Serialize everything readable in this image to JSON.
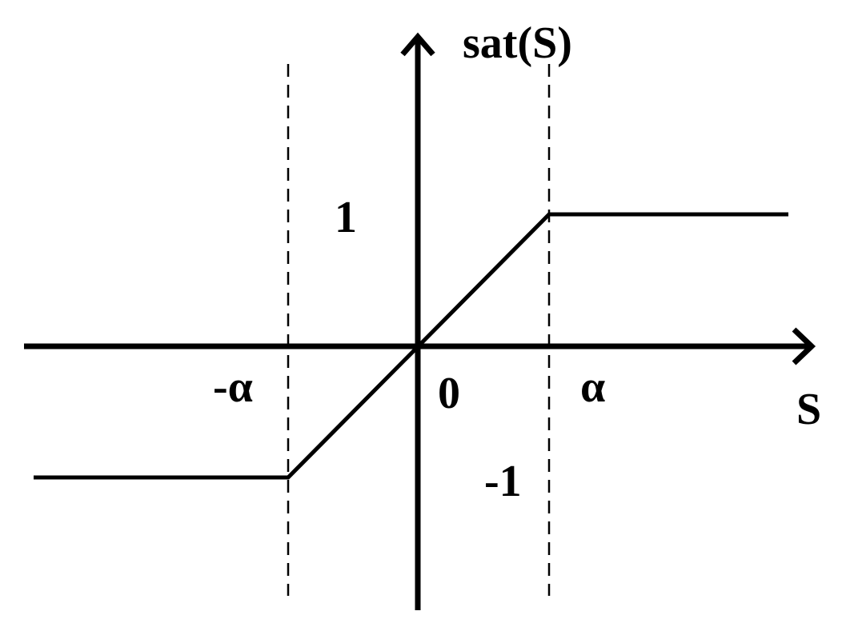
{
  "diagram": {
    "labels": {
      "y_axis": "sat(S)",
      "x_axis": "S",
      "origin": "0",
      "upper_level": "1",
      "lower_level": "-1",
      "alpha_pos": "α",
      "alpha_neg": "-α"
    },
    "function": {
      "saturation_upper": 1,
      "saturation_lower": -1,
      "breakpoints": [
        "-α",
        "α"
      ]
    },
    "colors": {
      "stroke": "#000000",
      "background": "#ffffff"
    }
  }
}
